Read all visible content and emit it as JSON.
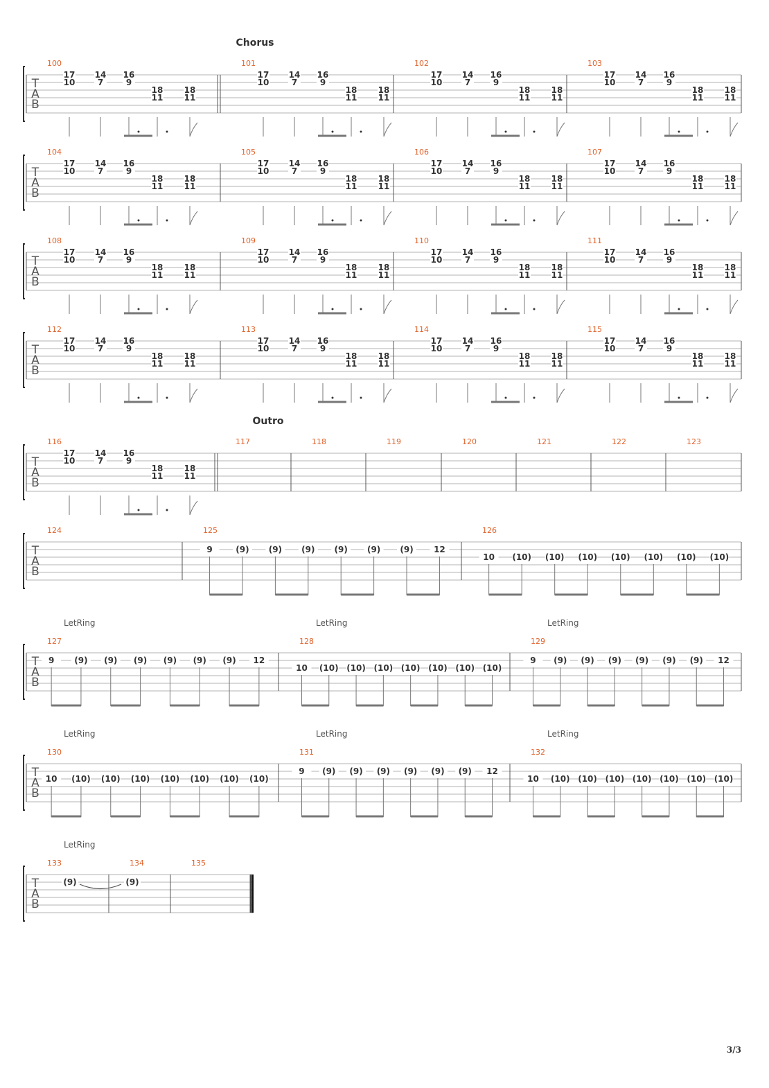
{
  "page_number": "3/3",
  "tab_clef": [
    "T",
    "A",
    "B"
  ],
  "chorus_measure_notes": [
    "17",
    "10",
    "14",
    "7",
    "16",
    "9",
    "18",
    "11",
    "18",
    "11"
  ],
  "systems": [
    {
      "section": "Chorus",
      "measures": [
        {
          "number": "100",
          "type": "chorus"
        },
        {
          "number": "101",
          "type": "chorus"
        },
        {
          "number": "102",
          "type": "chorus"
        },
        {
          "number": "103",
          "type": "chorus"
        }
      ]
    },
    {
      "measures": [
        {
          "number": "104",
          "type": "chorus"
        },
        {
          "number": "105",
          "type": "chorus"
        },
        {
          "number": "106",
          "type": "chorus"
        },
        {
          "number": "107",
          "type": "chorus"
        }
      ]
    },
    {
      "measures": [
        {
          "number": "108",
          "type": "chorus"
        },
        {
          "number": "109",
          "type": "chorus"
        },
        {
          "number": "110",
          "type": "chorus"
        },
        {
          "number": "111",
          "type": "chorus"
        }
      ]
    },
    {
      "measures": [
        {
          "number": "112",
          "type": "chorus"
        },
        {
          "number": "113",
          "type": "chorus"
        },
        {
          "number": "114",
          "type": "chorus"
        },
        {
          "number": "115",
          "type": "chorus"
        }
      ]
    },
    {
      "section": "Outro",
      "measures": [
        {
          "number": "116",
          "type": "chorus"
        },
        {
          "number": "117",
          "type": "rest"
        },
        {
          "number": "118",
          "type": "rest"
        },
        {
          "number": "119",
          "type": "rest"
        },
        {
          "number": "120",
          "type": "rest"
        },
        {
          "number": "121",
          "type": "rest"
        },
        {
          "number": "122",
          "type": "rest"
        },
        {
          "number": "123",
          "type": "rest"
        }
      ]
    },
    {
      "measures": [
        {
          "number": "124",
          "type": "rest"
        },
        {
          "number": "125",
          "type": "eighths",
          "notes": [
            "9",
            "(9)",
            "(9)",
            "(9)",
            "(9)",
            "(9)",
            "(9)",
            "12"
          ],
          "string": 2
        },
        {
          "number": "126",
          "type": "eighths",
          "notes": [
            "10",
            "(10)",
            "(10)",
            "(10)",
            "(10)",
            "(10)",
            "(10)",
            "(10)"
          ],
          "string": 3
        }
      ]
    },
    {
      "measures": [
        {
          "number": "127",
          "type": "eighths",
          "let_ring": "LetRing",
          "notes": [
            "9",
            "(9)",
            "(9)",
            "(9)",
            "(9)",
            "(9)",
            "(9)",
            "12"
          ],
          "string": 2
        },
        {
          "number": "128",
          "type": "eighths",
          "let_ring": "LetRing",
          "notes": [
            "10",
            "(10)",
            "(10)",
            "(10)",
            "(10)",
            "(10)",
            "(10)",
            "(10)"
          ],
          "string": 3
        },
        {
          "number": "129",
          "type": "eighths",
          "let_ring": "LetRing",
          "notes": [
            "9",
            "(9)",
            "(9)",
            "(9)",
            "(9)",
            "(9)",
            "(9)",
            "12"
          ],
          "string": 2
        }
      ]
    },
    {
      "measures": [
        {
          "number": "130",
          "type": "eighths",
          "let_ring": "LetRing",
          "notes": [
            "10",
            "(10)",
            "(10)",
            "(10)",
            "(10)",
            "(10)",
            "(10)",
            "(10)"
          ],
          "string": 3
        },
        {
          "number": "131",
          "type": "eighths",
          "let_ring": "LetRing",
          "notes": [
            "9",
            "(9)",
            "(9)",
            "(9)",
            "(9)",
            "(9)",
            "(9)",
            "12"
          ],
          "string": 2
        },
        {
          "number": "132",
          "type": "eighths",
          "let_ring": "LetRing",
          "notes": [
            "10",
            "(10)",
            "(10)",
            "(10)",
            "(10)",
            "(10)",
            "(10)",
            "(10)"
          ],
          "string": 3
        }
      ]
    },
    {
      "measures": [
        {
          "number": "133",
          "type": "whole",
          "let_ring": "LetRing",
          "notes": [
            "(9)"
          ],
          "string": 2,
          "tie_to_next": true
        },
        {
          "number": "134",
          "type": "whole",
          "notes": [
            "(9)"
          ],
          "string": 2
        },
        {
          "number": "135",
          "type": "rest"
        }
      ]
    }
  ]
}
